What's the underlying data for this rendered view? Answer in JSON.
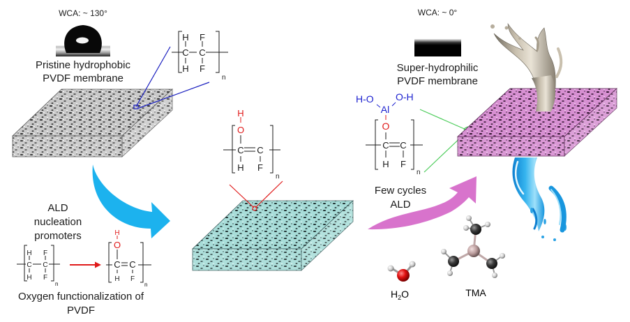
{
  "figure": {
    "title": "ALD-enabled super-hydrophilic PVDF membrane schematic",
    "colors": {
      "pristine_membrane": "#9a9a9a",
      "functionalized_membrane": "#a6dcd8",
      "ald_membrane": "#d98fd3",
      "blue_arrow": "#1cb2ee",
      "pink_arrow": "#d873cc",
      "callout_blue": "#1a1fbf",
      "callout_red": "#e01a1a",
      "callout_green": "#4ccc5a",
      "oxygen_red": "#e01a1a",
      "al_blue": "#1a1fcf"
    }
  },
  "pristine": {
    "wca_label": "WCA: ~ 130°",
    "name_line1": "Pristine hydrophobic",
    "name_line2": "PVDF membrane"
  },
  "hydrophilic": {
    "wca_label": "WCA: ~ 0°",
    "name_line1": "Super-hydrophilic",
    "name_line2": "PVDF membrane"
  },
  "pvdf_unit": {
    "atoms": {
      "h": "H",
      "c": "C",
      "f": "F",
      "n": "n"
    }
  },
  "functionalized_unit": {
    "atoms": {
      "o": "O",
      "h": "H",
      "c": "C",
      "f": "F",
      "n": "n"
    },
    "bond": "="
  },
  "al_unit": {
    "left": "H-O",
    "right": "O-H",
    "al": "Al",
    "o": "O"
  },
  "nucleation": {
    "line1": "ALD",
    "line2": "nucleation",
    "line3": "promoters",
    "caption_line1": "Oxygen functionalization of",
    "caption_line2": "PVDF"
  },
  "ald_step": {
    "line1": "Few cycles",
    "line2": "ALD"
  },
  "molecules": {
    "water_main": "H",
    "water_sub": "2",
    "water_end": "O",
    "tma": "TMA"
  }
}
